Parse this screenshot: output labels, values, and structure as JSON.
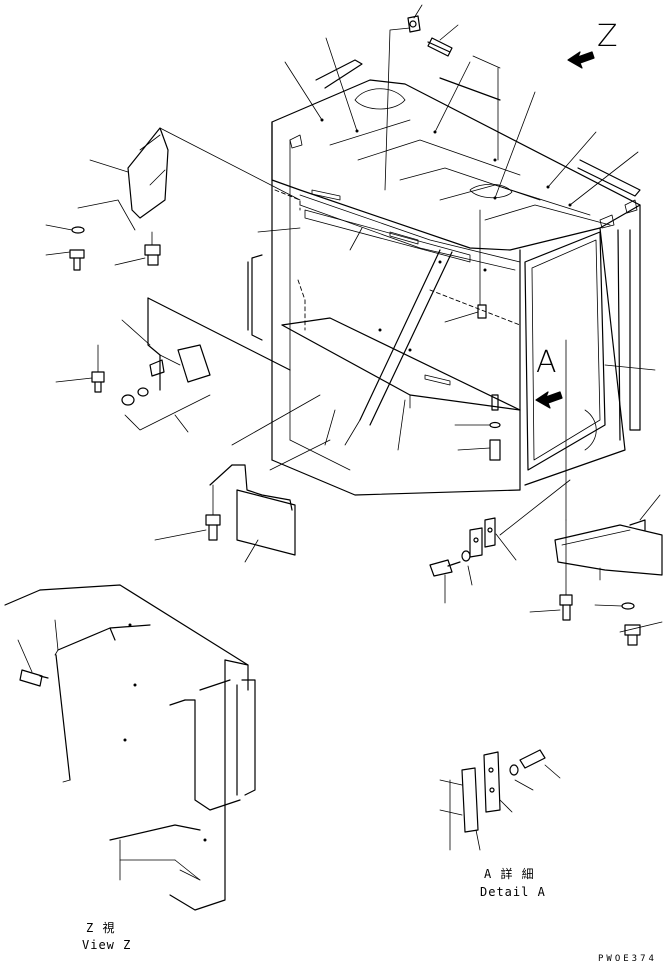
{
  "labels": {
    "view_letter": "Z",
    "section_letter": "A",
    "detail_a_jp": "A 詳 細",
    "detail_a_en": "Detail A",
    "view_z_jp": "Z 視",
    "view_z_en": "View Z",
    "drawing_code": "PWOE374"
  }
}
